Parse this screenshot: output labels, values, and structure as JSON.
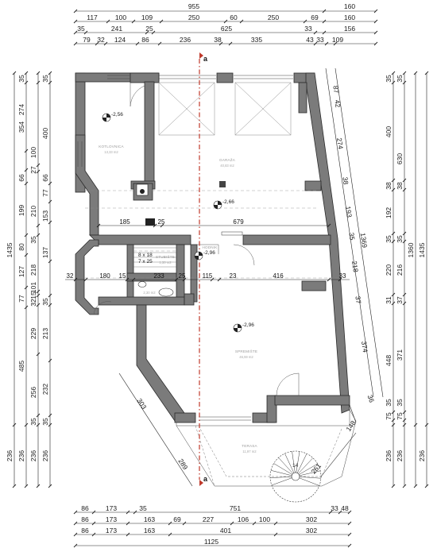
{
  "top_dims": {
    "row1": [
      "955",
      "160"
    ],
    "row2": [
      "117",
      "100",
      "109",
      "250",
      "60",
      "250",
      "69",
      "160"
    ],
    "row3": [
      "35",
      "241",
      "25",
      "625",
      "33",
      "156"
    ],
    "row4": [
      "79",
      "32",
      "124",
      "86",
      "236",
      "38",
      "335",
      "43",
      "33",
      "109"
    ]
  },
  "bottom_dims": {
    "row1": [
      "86",
      "173",
      "35",
      "751",
      "33",
      "48"
    ],
    "row2": [
      "86",
      "173",
      "163",
      "69",
      "227",
      "106",
      "100",
      "302"
    ],
    "row3": [
      "86",
      "173",
      "163",
      "401",
      "302"
    ],
    "row4": [
      "1125"
    ]
  },
  "left_dims": {
    "col1": [
      "1435",
      "236"
    ],
    "col2": [
      "35",
      "274",
      "354",
      "66",
      "199",
      "80",
      "127",
      "77",
      "485",
      "236"
    ],
    "col3": [
      "100",
      "27",
      "210",
      "35",
      "218",
      "101",
      "15",
      "32",
      "229",
      "256",
      "35",
      "236"
    ],
    "col4": [
      "35",
      "400",
      "66",
      "77",
      "153",
      "137",
      "35",
      "213",
      "232",
      "35",
      "236"
    ]
  },
  "right_dims": {
    "col1": [
      "35",
      "400",
      "38",
      "192",
      "35",
      "220",
      "31",
      "448",
      "35",
      "75",
      "236"
    ],
    "col2": [
      "35",
      "630",
      "38",
      "35",
      "216",
      "37",
      "371",
      "35",
      "75",
      "236"
    ],
    "col3": [
      "1360"
    ],
    "col4": [
      "1435",
      "236"
    ]
  },
  "diagonal_dims": [
    "87",
    "42",
    "274",
    "38",
    "193",
    "35",
    "1369",
    "218",
    "37",
    "374",
    "36",
    "148",
    "261",
    "303",
    "289"
  ],
  "interior_dims": [
    "185",
    "25",
    "679",
    "32",
    "180",
    "15",
    "233",
    "25",
    "115",
    "23",
    "416",
    "33"
  ],
  "window_labels": [
    "8 x 18",
    "7 x 25"
  ],
  "section_marker": "a",
  "rooms": [
    {
      "name": "KOTLOVNICA",
      "area": "13,33 m2",
      "level": "-2,56"
    },
    {
      "name": "GARAŽA",
      "area": "40,83 m2",
      "level": "-2,66"
    },
    {
      "name": "STUBIŠTE",
      "area": "1,30 m2",
      "level": "-2,96"
    },
    {
      "name": "WC",
      "area": "2,30 m2",
      "level": ""
    },
    {
      "name": "SPREMIŠTE",
      "area": "46,59 m2",
      "level": "-2,96"
    },
    {
      "name": "TERASA",
      "area": "11,97 m2",
      "level": ""
    }
  ],
  "extra_labels": {
    "hall": "HODNIK",
    "stair_num": "14",
    "stair_num2": "13"
  }
}
